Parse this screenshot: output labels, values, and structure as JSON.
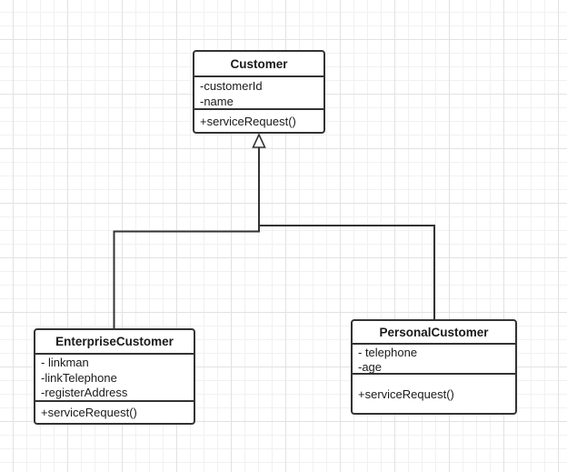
{
  "diagram": {
    "kind": "uml-class-diagram",
    "classes": [
      {
        "name": "Customer",
        "attributes": [
          "-customerId",
          "-name"
        ],
        "methods": [
          "+serviceRequest()"
        ]
      },
      {
        "name": "EnterpriseCustomer",
        "attributes": [
          "- linkman",
          "-linkTelephone",
          "-registerAddress"
        ],
        "methods": [
          "+serviceRequest()"
        ]
      },
      {
        "name": "PersonalCustomer",
        "attributes": [
          "- telephone",
          "-age"
        ],
        "methods": [
          "+serviceRequest()"
        ]
      }
    ],
    "relationships": [
      {
        "type": "generalization",
        "from": "EnterpriseCustomer",
        "to": "Customer"
      },
      {
        "type": "generalization",
        "from": "PersonalCustomer",
        "to": "Customer"
      }
    ],
    "colors": {
      "shape_border": "#333333",
      "shape_fill": "#ffffff",
      "text": "#1a1a1a",
      "grid_minor": "#f1f1f1",
      "grid_major": "#e2e2e2",
      "canvas_background": "#ffffff"
    }
  }
}
